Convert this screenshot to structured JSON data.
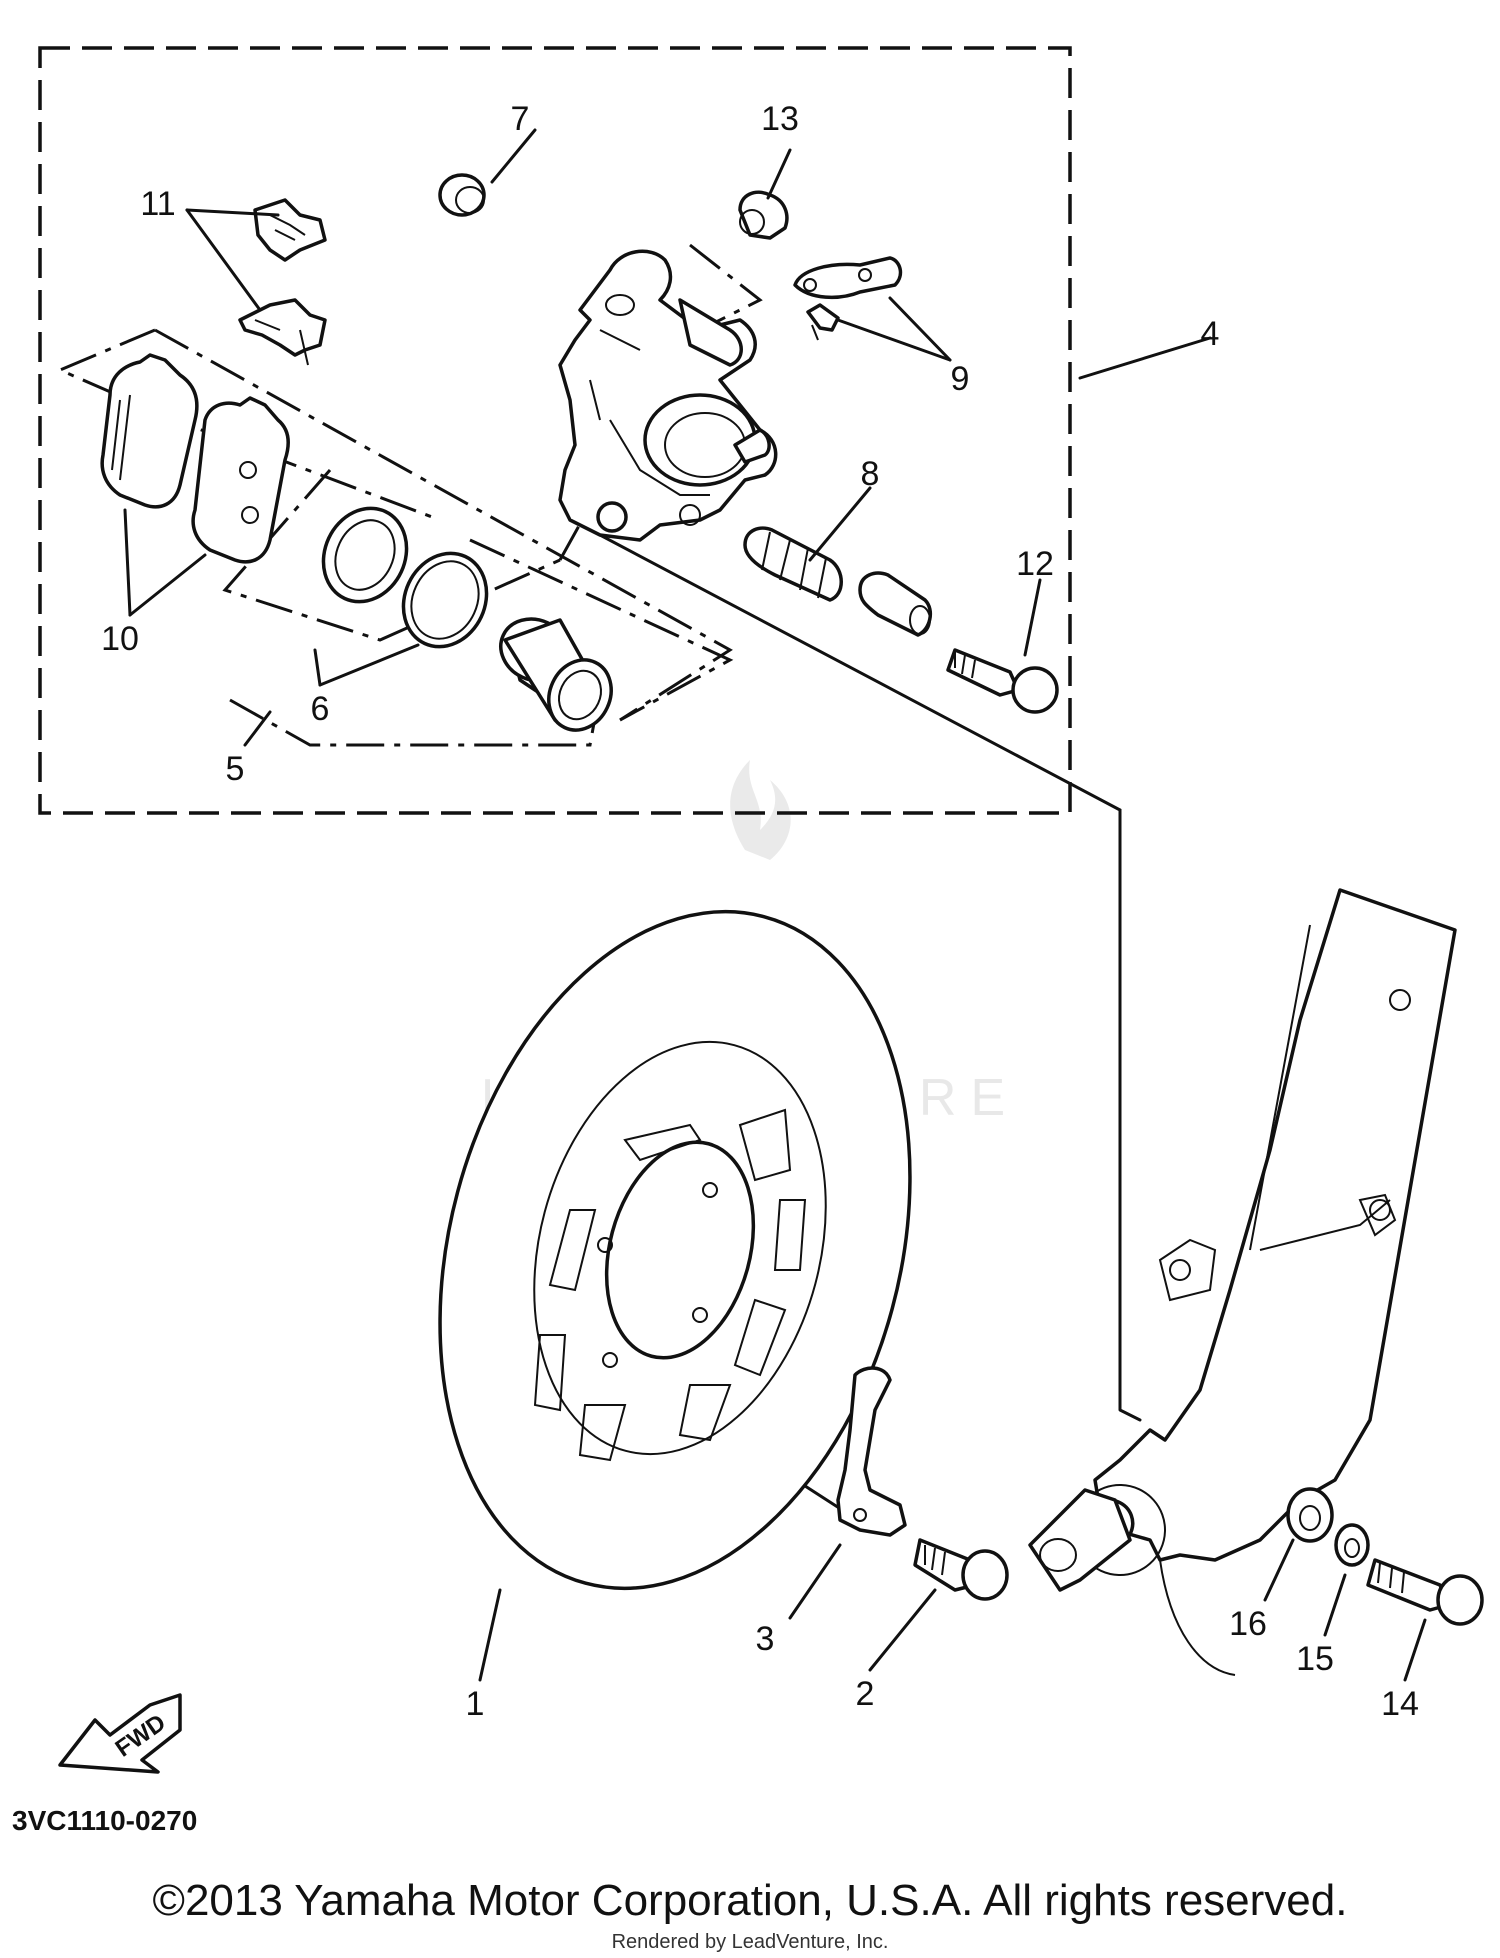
{
  "watermark": {
    "brand": "LEADVENTURE",
    "logo_icon": "flame-v-logo-icon"
  },
  "direction_arrow": {
    "label": "FWD",
    "icon": "fwd-arrow-icon"
  },
  "callouts": {
    "c1": "1",
    "c2": "2",
    "c3": "3",
    "c4": "4",
    "c5": "5",
    "c6": "6",
    "c7": "7",
    "c8": "8",
    "c9": "9",
    "c10": "10",
    "c11": "11",
    "c12": "12",
    "c13": "13",
    "c14": "14",
    "c15": "15",
    "c16": "16"
  },
  "diagram_code": "3VC1110-0270",
  "copyright": "©2013 Yamaha Motor Corporation, U.S.A. All rights reserved.",
  "rendered_by": "Rendered by LeadVenture, Inc."
}
